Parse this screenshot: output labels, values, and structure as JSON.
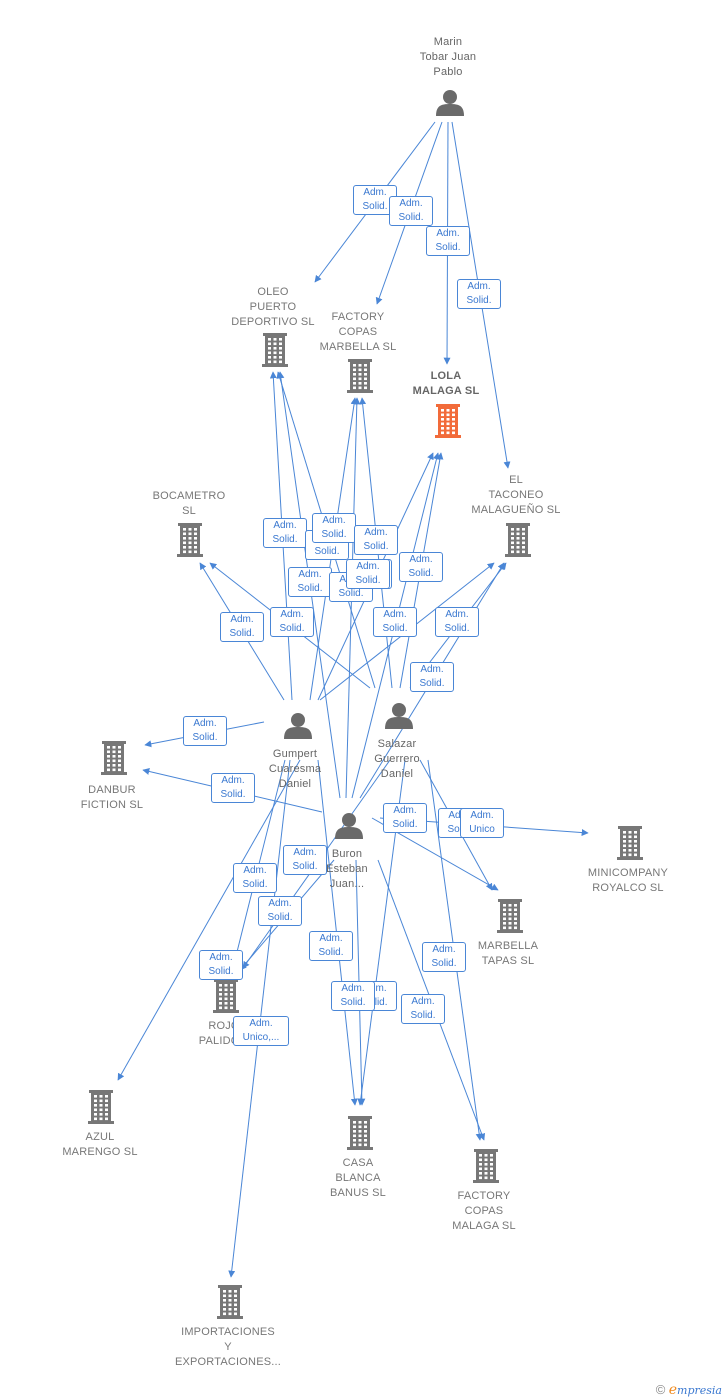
{
  "colors": {
    "edge": "#4a86d6",
    "company_icon": "#777777",
    "focus_icon": "#f26b3a",
    "person_icon": "#6a6a6a"
  },
  "nodes": [
    {
      "id": "marin",
      "type": "person",
      "label": "Marin\nTobar Juan\nPablo"
    },
    {
      "id": "oleo",
      "type": "company",
      "label": "OLEO\nPUERTO\nDEPORTIVO SL"
    },
    {
      "id": "factory_marbella",
      "type": "company",
      "label": "FACTORY\nCOPAS\nMARBELLA SL"
    },
    {
      "id": "lola",
      "type": "focus",
      "label": "LOLA\nMALAGA  SL"
    },
    {
      "id": "taconeo",
      "type": "company",
      "label": "EL\nTACONEO\nMALAGUEÑO SL"
    },
    {
      "id": "bocametro",
      "type": "company",
      "label": "BOCAMETRO\nSL"
    },
    {
      "id": "danbur",
      "type": "company",
      "label": "DANBUR\nFICTION SL"
    },
    {
      "id": "gumpert",
      "type": "person",
      "label": "Gumpert\nCuaresma\nDaniel"
    },
    {
      "id": "salazar",
      "type": "person",
      "label": "Salazar\nGuerrero\nDaniel"
    },
    {
      "id": "buron",
      "type": "person",
      "label": "Buron\nEsteban\nJuan..."
    },
    {
      "id": "minicompany",
      "type": "company",
      "label": "MINICOMPANY\nROYALCO SL"
    },
    {
      "id": "marbella_tapas",
      "type": "company",
      "label": "MARBELLA\nTAPAS  SL"
    },
    {
      "id": "rojo",
      "type": "company",
      "label": "ROJO\nPALIDO..."
    },
    {
      "id": "azul",
      "type": "company",
      "label": "AZUL\nMARENGO  SL"
    },
    {
      "id": "casa_blanca",
      "type": "company",
      "label": "CASA\nBLANCA\nBANUS  SL"
    },
    {
      "id": "factory_malaga",
      "type": "company",
      "label": "FACTORY\nCOPAS\nMALAGA SL"
    },
    {
      "id": "importaciones",
      "type": "company",
      "label": "IMPORTACIONES\nY\nEXPORTACIONES..."
    }
  ],
  "edges": [
    {
      "from": "marin",
      "to": "oleo",
      "label": "Adm.\nSolid."
    },
    {
      "from": "marin",
      "to": "factory_marbella",
      "label": "Adm.\nSolid."
    },
    {
      "from": "marin",
      "to": "lola",
      "label": "Adm.\nSolid."
    },
    {
      "from": "marin",
      "to": "taconeo",
      "label": "Adm.\nSolid."
    },
    {
      "from": "gumpert",
      "to": "oleo",
      "label": "Adm.\nSolid."
    },
    {
      "from": "gumpert",
      "to": "factory_marbella",
      "label": "Adm.\nSolid."
    },
    {
      "from": "gumpert",
      "to": "lola",
      "label": "Adm.\nSolid."
    },
    {
      "from": "gumpert",
      "to": "bocametro",
      "label": "Adm.\nSolid."
    },
    {
      "from": "gumpert",
      "to": "taconeo",
      "label": "Adm.\nSolid."
    },
    {
      "from": "gumpert",
      "to": "danbur",
      "label": "Adm.\nSolid."
    },
    {
      "from": "gumpert",
      "to": "azul",
      "label": "Adm.\nSolid."
    },
    {
      "from": "gumpert",
      "to": "casa_blanca",
      "label": "Adm.\nSolid."
    },
    {
      "from": "gumpert",
      "to": "rojo",
      "label": "Adm.\nSolid."
    },
    {
      "from": "gumpert",
      "to": "importaciones",
      "label": "Adm.\nUnico,..."
    },
    {
      "from": "salazar",
      "to": "oleo",
      "label": "Adm.\nSolid."
    },
    {
      "from": "salazar",
      "to": "factory_marbella",
      "label": "Adm.\nSolid."
    },
    {
      "from": "salazar",
      "to": "lola",
      "label": "Adm.\nSolid."
    },
    {
      "from": "salazar",
      "to": "bocametro",
      "label": "Adm.\nSolid."
    },
    {
      "from": "salazar",
      "to": "taconeo",
      "label": "Adm.\nSolid."
    },
    {
      "from": "salazar",
      "to": "marbella_tapas",
      "label": "Adm.\nSolid."
    },
    {
      "from": "salazar",
      "to": "factory_malaga",
      "label": "Adm.\nSolid."
    },
    {
      "from": "salazar",
      "to": "casa_blanca",
      "label": "Adm.\nSolid."
    },
    {
      "from": "salazar",
      "to": "rojo",
      "label": "Adm.\nSolid."
    },
    {
      "from": "buron",
      "to": "oleo",
      "label": "Adm.\nSolid."
    },
    {
      "from": "buron",
      "to": "factory_marbella",
      "label": "Adm.\nSolid."
    },
    {
      "from": "buron",
      "to": "lola",
      "label": "Adm.\nSolid."
    },
    {
      "from": "buron",
      "to": "taconeo",
      "label": "Adm.\nSolid."
    },
    {
      "from": "buron",
      "to": "danbur",
      "label": "Adm.\nSolid."
    },
    {
      "from": "buron",
      "to": "minicompany",
      "label": "Adm.\nUnico"
    },
    {
      "from": "buron",
      "to": "marbella_tapas",
      "label": "Adm.\nSolid."
    },
    {
      "from": "buron",
      "to": "casa_blanca",
      "label": "Adm.\nSolid."
    },
    {
      "from": "buron",
      "to": "factory_malaga",
      "label": "Adm.\nSolid."
    },
    {
      "from": "buron",
      "to": "rojo",
      "label": "Adm.\nSolid."
    }
  ],
  "brand": {
    "copyright": "©",
    "initial": "e",
    "rest": "mpresia"
  }
}
